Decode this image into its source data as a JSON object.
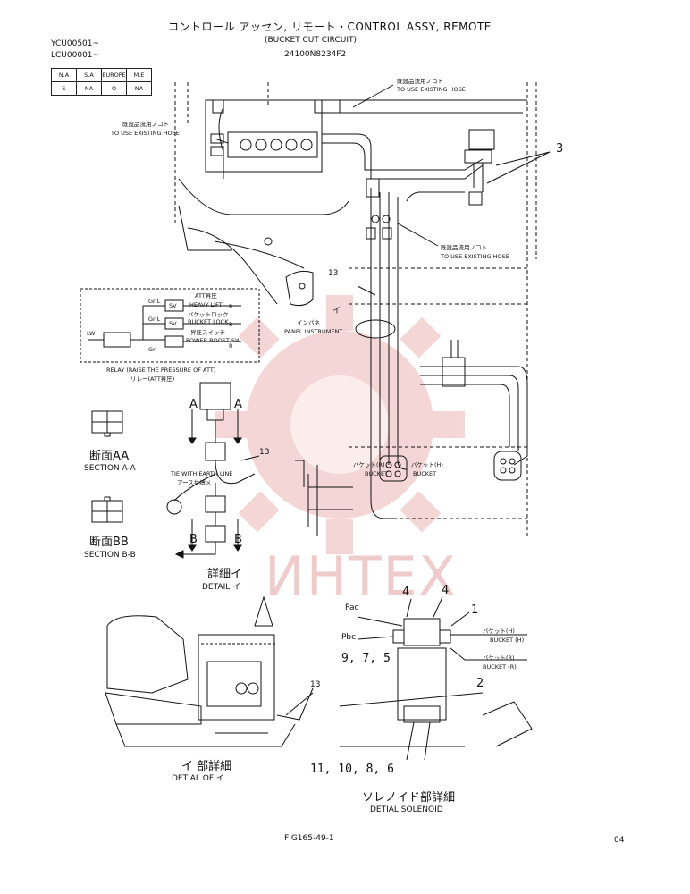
{
  "header": {
    "title_line1": "コントロール アッセン, リモート・CONTROL ASSY, REMOTE",
    "title_line2": "(BUCKET CUT CIRCUIT)",
    "part_number": "24100N8234F2",
    "serial_1": "YCU00501~",
    "serial_2": "LCU00001~"
  },
  "market_table": {
    "headers": [
      "N.A",
      "S.A",
      "EUROPE",
      "M.E"
    ],
    "values": [
      "S",
      "NA",
      "O",
      "NA"
    ]
  },
  "callouts": {
    "to_use_existing_hose_jp": "既設品流用ノコト",
    "to_use_existing_hose_en": "TO USE EXISTING HOSE",
    "n3": "3",
    "n13": "13",
    "n13b": "13",
    "n13c": "13",
    "n1": "1",
    "n2": "2",
    "n4a": "4",
    "n4b": "4",
    "nums_975": "9, 7, 5",
    "nums_111086": "11, 10, 8, 6"
  },
  "schematic": {
    "att_jp": "ATT昇圧",
    "heavy_lift": "HEAVY LIFT",
    "bucket_lock_jp": "バケットロック",
    "bucket_lock": "BUCKET LOCK",
    "power_boost_jp": "昇圧スイッチ",
    "power_boost": "POWER BOOST SW",
    "sv": "SV",
    "lw": "LW",
    "grl": "Gr L",
    "gr": "Gr",
    "r": "R",
    "relay_en": "RELAY (RAISE THE PRESSURE OF ATT)",
    "relay_jp": "リレー(ATT昇圧)"
  },
  "sections": {
    "section_aa_jp": "断面AA",
    "section_aa": "SECTION A-A",
    "section_bb_jp": "断面BB",
    "section_bb": "SECTION B-B",
    "letter_a": "A",
    "letter_b": "B",
    "tie_earth_en": "TIE WITH EARTH LINE",
    "tie_earth_jp": "アース共縛メ",
    "detail_i_jp": "詳細イ",
    "detail_i": "DETAIL イ"
  },
  "panel": {
    "i_jp": "イ",
    "instrument_jp": "インパネ",
    "instrument_en": "PANEL INSTRUMENT"
  },
  "bucket": {
    "bucket_r_jp": "バケット(R)",
    "bucket_h_jp": "バケット(H)",
    "bucket_en": "BUCKET",
    "bucket_h_en": "BUCKET (H)",
    "bucket_r_en": "BUCKET (R)",
    "pac": "Pac",
    "pbc": "Pbc"
  },
  "details": {
    "detail_of_i_jp": "イ 部詳細",
    "detail_of_i": "DETIAL OF イ",
    "solenoid_jp": "ソレノイド部詳細",
    "solenoid": "DETIAL SOLENOID"
  },
  "footer": {
    "fig": "FIG165-49-1",
    "page": "04"
  },
  "watermark": "ИНТЕХ"
}
